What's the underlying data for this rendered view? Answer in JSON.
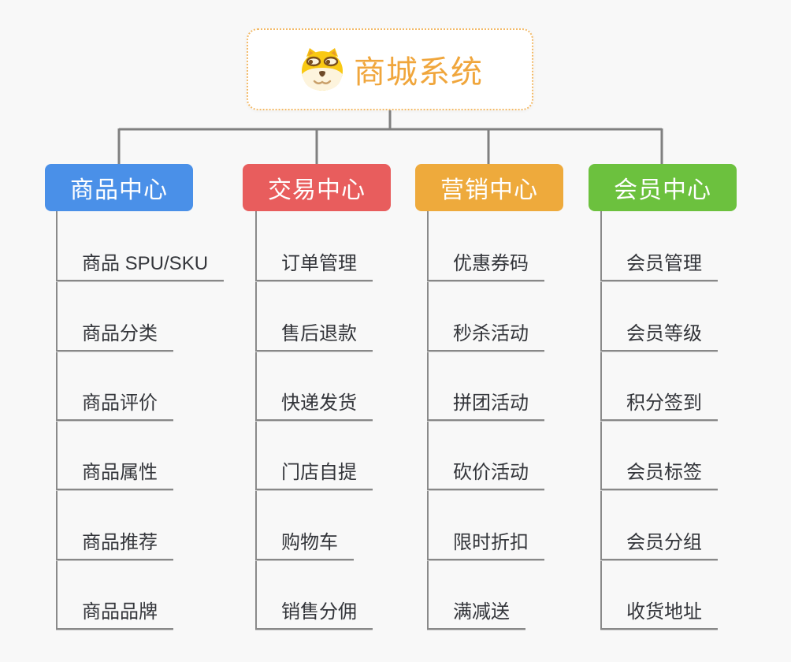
{
  "root": {
    "title": "商城系统",
    "icon": "dog-face-icon"
  },
  "branches": [
    {
      "label": "商品中心",
      "color": "#4a90e8",
      "items": [
        "商品 SPU/SKU",
        "商品分类",
        "商品评价",
        "商品属性",
        "商品推荐",
        "商品品牌"
      ]
    },
    {
      "label": "交易中心",
      "color": "#e85d5d",
      "items": [
        "订单管理",
        "售后退款",
        "快递发货",
        "门店自提",
        "购物车",
        "销售分佣"
      ]
    },
    {
      "label": "营销中心",
      "color": "#eeaa3c",
      "items": [
        "优惠券码",
        "秒杀活动",
        "拼团活动",
        "砍价活动",
        "限时折扣",
        "满减送"
      ]
    },
    {
      "label": "会员中心",
      "color": "#6cc13e",
      "items": [
        "会员管理",
        "会员等级",
        "积分签到",
        "会员标签",
        "会员分组",
        "收货地址"
      ]
    }
  ],
  "colors": {
    "background": "#f8f8f8",
    "root_accent": "#f0a63c",
    "root_border": "#f3ba68",
    "connector_line": "#808080",
    "leaf_underline": "#888888",
    "leaf_text": "#33353a"
  }
}
